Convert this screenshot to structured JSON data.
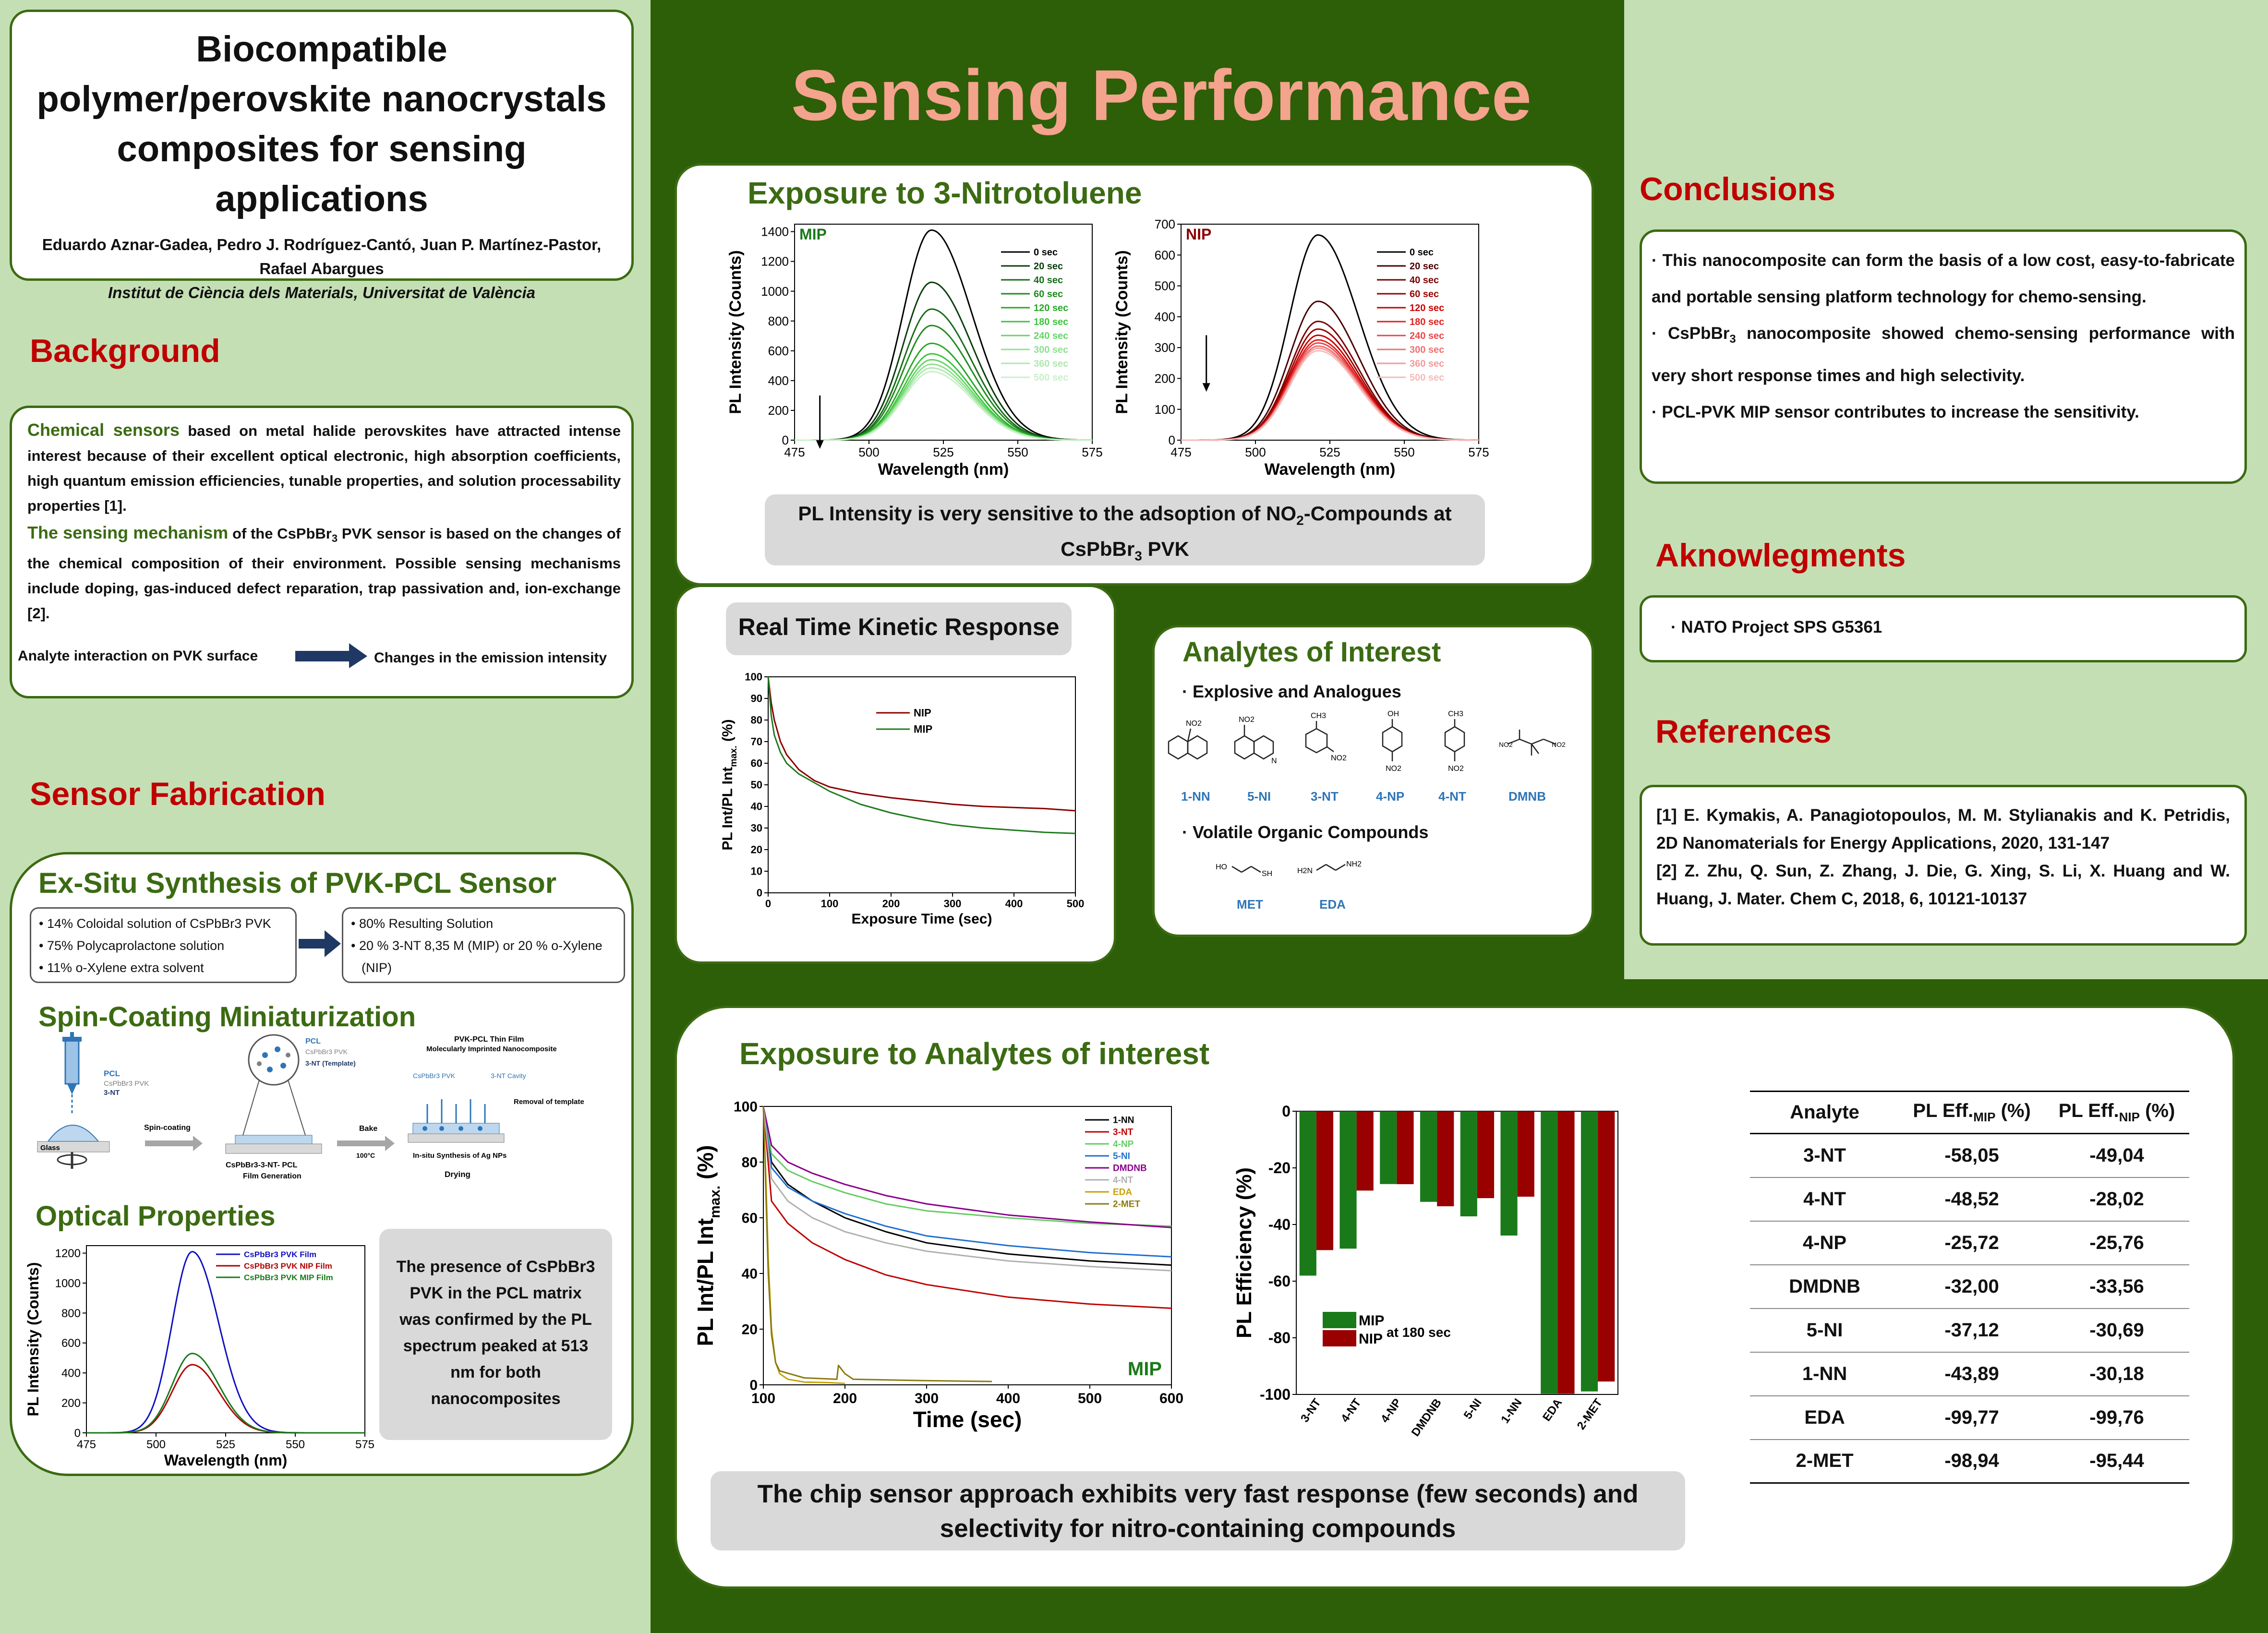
{
  "poster": {
    "title": "Biocompatible polymer/perovskite nanocrystals composites for sensing applications",
    "authors": "Eduardo Aznar-Gadea, Pedro J. Rodríguez-Cantó, Juan P. Martínez-Pastor, Rafael Abargues",
    "affiliation": "Institut de Ciència dels Materials, Universitat de València",
    "main_title": "Sensing Performance",
    "colors": {
      "dark_green": "#2d5e08",
      "light_green": "#c5dfb5",
      "red_heading": "#c00000",
      "salmon_title": "#f4a38c",
      "section_green": "#3b6b12"
    }
  },
  "background": {
    "heading": "Background",
    "p1_lead": "Chemical sensors",
    "p1": " based on metal halide perovskites have attracted intense interest because of their excellent optical electronic, high absorption coefficients, high quantum emission efficiencies, tunable properties, and solution processability properties [1].",
    "p2_lead": "The sensing mechanism",
    "p2_pre": " of the CsPbBr",
    "p2_sub": "3",
    "p2_post": " PVK sensor is based on the changes of the chemical composition of their environment. Possible sensing mechanisms include doping, gas-induced defect reparation, trap passivation and, ion-exchange [2].",
    "flow_left": "Analyte interaction on PVK surface",
    "flow_right": "Changes in the emission intensity"
  },
  "fabrication": {
    "heading": "Sensor Fabrication",
    "exsitu_title": "Ex-Situ Synthesis of PVK-PCL Sensor",
    "box1": [
      "• 14% Coloidal solution of CsPbBr3 PVK",
      "• 75% Polycaprolactone solution",
      "• 11% o-Xylene extra solvent"
    ],
    "box2": [
      "• 80% Resulting Solution",
      "• 20 % 3-NT 8,35 M (MIP) or 20 % o-Xylene",
      "(NIP)"
    ],
    "spin_title": "Spin-Coating Miniaturization",
    "spin_labels": {
      "pcl": "PCL",
      "pvk": "CsPbBr3 PVK",
      "nt": "3-NT",
      "glass": "Glass",
      "spin": "Spin-coating",
      "pcl2": "PCL",
      "pvk2": "CsPbBr3 PVK",
      "template": "3-NT (Template)",
      "film": "CsPbBr3-3-NT- PCL",
      "film2": "Film Generation",
      "bake": "Bake",
      "temp": "100°C",
      "thin_title": "PVK-PCL Thin Film",
      "thin_title2": "Molecularly Imprinted Nanocomposite",
      "pvk3": "CsPbBr3 PVK",
      "cavity": "3-NT Cavity",
      "removal": "Removal of template",
      "insitu": "In-situ Synthesis of Ag NPs",
      "drying": "Drying"
    },
    "optical_title": "Optical Properties",
    "optical_note": "The presence of CsPbBr3 PVK in the PCL matrix was confirmed by the PL spectrum peaked at 513 nm for both nanocomposites"
  },
  "exposure3nt": {
    "title": "Exposure to 3-Nitrotoluene",
    "caption_pre": "PL Intensity is very sensitive to the adsoption of NO",
    "caption_sub": "2",
    "caption_mid": "-Compounds at CsPbBr",
    "caption_sub2": "3",
    "caption_post": " PVK"
  },
  "kinetic": {
    "title": "Real Time Kinetic Response"
  },
  "analytes": {
    "title": "Analytes of Interest",
    "explosive_head": "· Explosive and Analogues",
    "explosives": [
      "1-NN",
      "5-NI",
      "3-NT",
      "4-NP",
      "4-NT",
      "DMNB"
    ],
    "voc_head": "· Volatile Organic Compounds",
    "vocs": [
      "MET",
      "EDA"
    ],
    "struct_labels": {
      "no2": "NO2",
      "ch3": "CH3",
      "oh": "OH",
      "n": "N",
      "sh": "SH",
      "ho": "HO",
      "h2n": "H2N",
      "nh2": "NH2"
    }
  },
  "exposure_analytes": {
    "title": "Exposure to Analytes of interest",
    "caption": "The chip sensor approach exhibits very fast response (few seconds) and selectivity for nitro-containing compounds"
  },
  "table": {
    "headers": [
      "Analyte",
      "PL Eff.",
      "MIP",
      " (%)",
      "PL Eff.",
      "NIP",
      " (%)"
    ],
    "rows": [
      [
        "3-NT",
        "-58,05",
        "-49,04"
      ],
      [
        "4-NT",
        "-48,52",
        "-28,02"
      ],
      [
        "4-NP",
        "-25,72",
        "-25,76"
      ],
      [
        "DMDNB",
        "-32,00",
        "-33,56"
      ],
      [
        "5-NI",
        "-37,12",
        "-30,69"
      ],
      [
        "1-NN",
        "-43,89",
        "-30,18"
      ],
      [
        "EDA",
        "-99,77",
        "-99,76"
      ],
      [
        "2-MET",
        "-98,94",
        "-95,44"
      ]
    ]
  },
  "conclusions": {
    "heading": "Conclusions",
    "c1": "· This nanocomposite can form the basis of a low cost, easy-to-fabricate and portable sensing platform technology for chemo-sensing.",
    "c2_pre": "· CsPbBr",
    "c2_sub": "3",
    "c2_post": " nanocomposite showed chemo-sensing performance with very short response times and high selectivity.",
    "c3": "· PCL-PVK MIP sensor contributes to increase the sensitivity."
  },
  "ack": {
    "heading": "Aknowlegments",
    "text": "· NATO Project SPS G5361"
  },
  "refs": {
    "heading": "References",
    "r1": "[1] E. Kymakis, A. Panagiotopoulos, M. M. Stylianakis and K. Petridis, 2D Nanomaterials for Energy Applications, 2020, 131-147",
    "r2": "[2] Z. Zhu, Q. Sun, Z. Zhang, J. Die, G. Xing, S. Li, X. Huang and W. Huang, J. Mater. Chem C, 2018, 6, 10121-10137"
  },
  "chart_data": [
    {
      "id": "mip_spectra",
      "type": "line",
      "tag": "MIP",
      "xlabel": "Wavelength (nm)",
      "ylabel": "PL Intensity (Counts)",
      "xlim": [
        475,
        575
      ],
      "ylim": [
        0,
        1450
      ],
      "xticks": [
        475,
        500,
        525,
        550,
        575
      ],
      "yticks": [
        0,
        200,
        400,
        600,
        800,
        1000,
        1200,
        1400
      ],
      "peak_nm": 521,
      "series": [
        {
          "name": "0 sec",
          "peak": 1410,
          "color": "#000000"
        },
        {
          "name": "20 sec",
          "peak": 1060,
          "color": "#0b3d0b"
        },
        {
          "name": "40 sec",
          "peak": 880,
          "color": "#186b18"
        },
        {
          "name": "60 sec",
          "peak": 770,
          "color": "#1f8a1f"
        },
        {
          "name": "120 sec",
          "peak": 650,
          "color": "#27a827"
        },
        {
          "name": "180 sec",
          "peak": 580,
          "color": "#3cc43c"
        },
        {
          "name": "240 sec",
          "peak": 540,
          "color": "#66d466"
        },
        {
          "name": "300 sec",
          "peak": 510,
          "color": "#8fe08f"
        },
        {
          "name": "360 sec",
          "peak": 485,
          "color": "#afe8af"
        },
        {
          "name": "500 sec",
          "peak": 460,
          "color": "#c9f0c9"
        }
      ]
    },
    {
      "id": "nip_spectra",
      "type": "line",
      "tag": "NIP",
      "xlabel": "Wavelength (nm)",
      "ylabel": "PL Intensity (Counts)",
      "xlim": [
        475,
        575
      ],
      "ylim": [
        0,
        700
      ],
      "xticks": [
        475,
        500,
        525,
        550,
        575
      ],
      "yticks": [
        0,
        100,
        200,
        300,
        400,
        500,
        600,
        700
      ],
      "peak_nm": 521,
      "series": [
        {
          "name": "0 sec",
          "peak": 665,
          "color": "#000000"
        },
        {
          "name": "20 sec",
          "peak": 450,
          "color": "#4a0000"
        },
        {
          "name": "40 sec",
          "peak": 385,
          "color": "#7a0000"
        },
        {
          "name": "60 sec",
          "peak": 360,
          "color": "#990000"
        },
        {
          "name": "120 sec",
          "peak": 340,
          "color": "#cc0000"
        },
        {
          "name": "180 sec",
          "peak": 325,
          "color": "#e02020"
        },
        {
          "name": "240 sec",
          "peak": 315,
          "color": "#e84848"
        },
        {
          "name": "300 sec",
          "peak": 305,
          "color": "#ef7070"
        },
        {
          "name": "360 sec",
          "peak": 298,
          "color": "#f49a9a"
        },
        {
          "name": "500 sec",
          "peak": 290,
          "color": "#f7baba"
        }
      ]
    },
    {
      "id": "kinetic",
      "type": "line",
      "xlabel": "Exposure Time (sec)",
      "ylabel": "PL Int/PL Int",
      "ylabel_sub": "max.",
      "ylabel_post": " (%)",
      "xlim": [
        0,
        500
      ],
      "ylim": [
        0,
        100
      ],
      "xticks": [
        0,
        100,
        200,
        300,
        400,
        500
      ],
      "yticks": [
        0,
        10,
        20,
        30,
        40,
        50,
        60,
        70,
        80,
        90,
        100
      ],
      "series": [
        {
          "name": "NIP",
          "color": "#8b0000",
          "x": [
            0,
            5,
            10,
            20,
            30,
            50,
            75,
            100,
            150,
            200,
            250,
            300,
            350,
            400,
            450,
            500
          ],
          "y": [
            100,
            88,
            80,
            70,
            64,
            57,
            52,
            49,
            46,
            44,
            42.5,
            41,
            40,
            39.5,
            39,
            38
          ]
        },
        {
          "name": "MIP",
          "color": "#1e7b1e",
          "x": [
            0,
            5,
            10,
            20,
            30,
            50,
            75,
            100,
            150,
            200,
            250,
            300,
            350,
            400,
            450,
            500
          ],
          "y": [
            100,
            82,
            73,
            65,
            60,
            55,
            51,
            47,
            41,
            37,
            34,
            31.5,
            30,
            29,
            28,
            27.5
          ]
        }
      ]
    },
    {
      "id": "analytes_time",
      "type": "line",
      "tag": "MIP",
      "xlabel": "Time (sec)",
      "ylabel": "PL Int/PL Int",
      "ylabel_sub": "max.",
      "ylabel_post": " (%)",
      "xlim": [
        100,
        600
      ],
      "ylim": [
        0,
        100
      ],
      "xticks": [
        100,
        200,
        300,
        400,
        500,
        600
      ],
      "yticks": [
        0,
        20,
        40,
        60,
        80,
        100
      ],
      "series": [
        {
          "name": "1-NN",
          "color": "#000000",
          "x": [
            100,
            110,
            130,
            160,
            200,
            250,
            300,
            400,
            500,
            600
          ],
          "y": [
            100,
            80,
            72,
            66,
            60,
            55,
            51,
            47,
            44.5,
            43
          ]
        },
        {
          "name": "3-NT",
          "color": "#c00000",
          "x": [
            100,
            110,
            130,
            160,
            200,
            250,
            300,
            400,
            500,
            600
          ],
          "y": [
            100,
            66,
            58,
            51,
            45,
            39.5,
            36,
            31.5,
            29,
            27.5
          ]
        },
        {
          "name": "4-NP",
          "color": "#66cc66",
          "x": [
            100,
            110,
            130,
            160,
            200,
            250,
            300,
            400,
            500,
            600
          ],
          "y": [
            100,
            83,
            77,
            73,
            69,
            65,
            62.5,
            60,
            58,
            57
          ]
        },
        {
          "name": "5-NI",
          "color": "#1f6fd0",
          "x": [
            100,
            110,
            130,
            160,
            200,
            250,
            300,
            400,
            500,
            600
          ],
          "y": [
            100,
            78,
            71,
            66,
            61.5,
            57,
            53.5,
            50,
            47.5,
            46
          ]
        },
        {
          "name": "DMDNB",
          "color": "#8b008b",
          "x": [
            100,
            110,
            130,
            160,
            200,
            250,
            300,
            400,
            500,
            600
          ],
          "y": [
            100,
            86,
            80,
            76,
            72,
            68,
            65,
            61,
            58.5,
            56.5
          ]
        },
        {
          "name": "4-NT",
          "color": "#b0b0b0",
          "x": [
            100,
            110,
            130,
            160,
            200,
            250,
            300,
            400,
            500,
            600
          ],
          "y": [
            100,
            74,
            66,
            60,
            55,
            51,
            48,
            44.5,
            42.5,
            41
          ]
        },
        {
          "name": "EDA",
          "color": "#c8a000",
          "x": [
            100,
            103,
            106,
            110,
            115,
            120,
            130,
            150,
            180,
            200
          ],
          "y": [
            100,
            75,
            45,
            20,
            8,
            4,
            2,
            1,
            0.8,
            0.5
          ]
        },
        {
          "name": "2-MET",
          "color": "#8a7a10",
          "x": [
            100,
            103,
            106,
            110,
            115,
            120,
            150,
            190,
            192,
            200,
            210,
            300,
            380
          ],
          "y": [
            100,
            70,
            40,
            18,
            8,
            5,
            2.5,
            2,
            7,
            4,
            2,
            1.5,
            1.2
          ]
        }
      ]
    },
    {
      "id": "efficiency_bars",
      "type": "bar",
      "ylabel": "PL Efficiency (%)",
      "note": "at 180 sec",
      "ylim": [
        -100,
        0
      ],
      "yticks": [
        0,
        -20,
        -40,
        -60,
        -80,
        -100
      ],
      "categories": [
        "3-NT",
        "4-NT",
        "4-NP",
        "DMDNB",
        "5-NI",
        "1-NN",
        "EDA",
        "2-MET"
      ],
      "series": [
        {
          "name": "MIP",
          "color": "#1a7a1a",
          "values": [
            -58.05,
            -48.52,
            -25.72,
            -32.0,
            -37.12,
            -43.89,
            -99.77,
            -98.94
          ]
        },
        {
          "name": "NIP",
          "color": "#990000",
          "values": [
            -49.04,
            -28.02,
            -25.76,
            -33.56,
            -30.69,
            -30.18,
            -99.76,
            -95.44
          ]
        }
      ]
    },
    {
      "id": "optical",
      "type": "line",
      "xlabel": "Wavelength (nm)",
      "ylabel": "PL Intensity (Counts)",
      "xlim": [
        475,
        575
      ],
      "ylim": [
        0,
        1250
      ],
      "xticks": [
        475,
        500,
        525,
        550,
        575
      ],
      "yticks": [
        0,
        200,
        400,
        600,
        800,
        1000,
        1200
      ],
      "peak_nm": 513,
      "series": [
        {
          "name": "CsPbBr3 PVK Film",
          "peak": 1210,
          "color": "#1010c0"
        },
        {
          "name": "CsPbBr3 PVK NIP Film",
          "peak": 455,
          "color": "#b00000"
        },
        {
          "name": "CsPbBr3 PVK MIP Film",
          "peak": 530,
          "color": "#1a7a1a"
        }
      ]
    }
  ]
}
